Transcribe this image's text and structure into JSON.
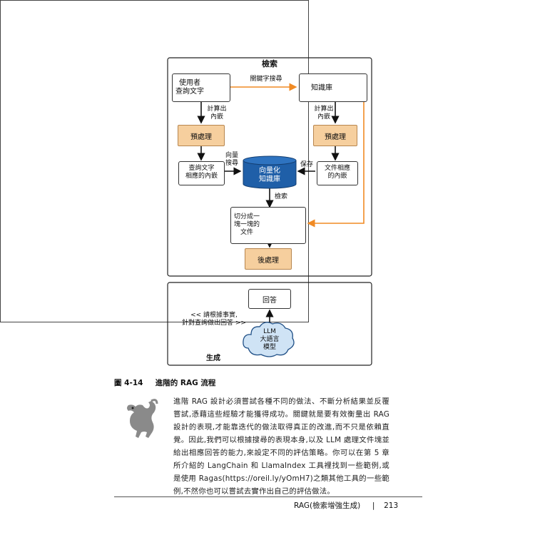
{
  "diagram": {
    "retrieval_title": "檢索",
    "generation_title": "生成",
    "user_query": "使用者\n查詢文字",
    "keyword_search": "關鍵字搜尋",
    "knowledge_base": "知識庫",
    "compute_embedding_left": "計算出\n內嵌",
    "compute_embedding_right": "計算出\n內嵌",
    "preprocess_left": "預處理",
    "preprocess_right": "預處理",
    "query_embedding": "查詢文字\n相應的內嵌",
    "vector_search": "向量\n搜尋",
    "vector_db": "向量化\n知識庫",
    "save": "保存",
    "doc_embedding": "文件相應\n的內嵌",
    "retrieve": "檢索",
    "chunked_docs": "切分成一\n塊一塊的\n文件",
    "postprocess": "後處理",
    "answer": "回答",
    "prompt_text": "<< 請根據事實,\n針對查詢做出回答 >>",
    "llm": "LLM\n大語言\n模型"
  },
  "caption": {
    "number": "圖 4-14",
    "title": "進階的 RAG 流程"
  },
  "note": "進階 RAG 設計必須嘗試各種不同的做法、不斷分析結果並反覆嘗試,憑藉這些經驗才能獲得成功。關鍵就是要有效衡量出 RAG 設計的表現,才能靠迭代的做法取得真正的改進,而不只是依賴直覺。因此,我們可以根據搜尋的表現本身,以及 LLM 處理文件塊並給出相應回答的能力,來設定不同的評估策略。你可以在第 5 章所介紹的 LangChain 和 LlamaIndex 工具裡找到一些範例,或是使用 Ragas(https://oreil.ly/yOmH7)之類其他工具的一些範例,不然你也可以嘗試去實作出自己的評估做法。",
  "footer": {
    "section": "RAG(檢索增強生成)",
    "separator": "|",
    "page": "213"
  },
  "colors": {
    "orange_arrow": "#f08a24",
    "orange_box": "#f6cf9e",
    "db_blue": "#1f5fa8"
  }
}
